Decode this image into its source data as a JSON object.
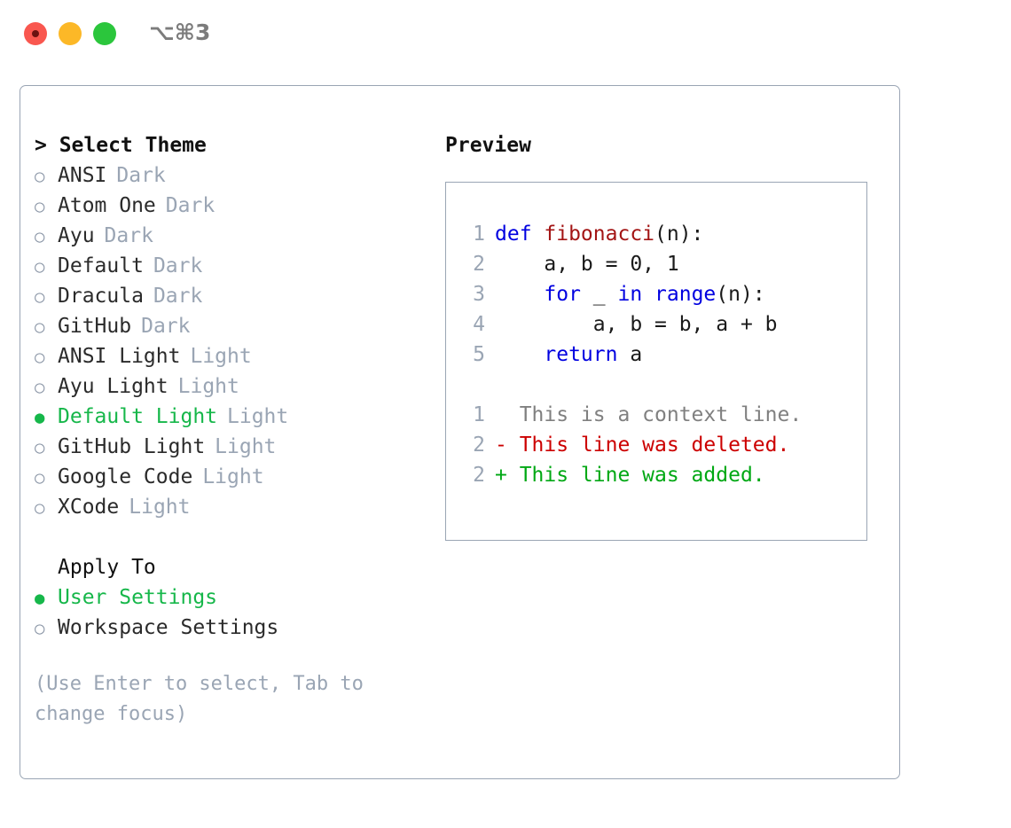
{
  "window": {
    "shortcut": "⌥⌘3",
    "traffic_lights": [
      {
        "name": "close",
        "color": "#f9574f"
      },
      {
        "name": "minimize",
        "color": "#fcb827"
      },
      {
        "name": "zoom",
        "color": "#2bc63c"
      }
    ]
  },
  "theme_picker": {
    "title": "> Select Theme",
    "selected_theme": "Default Light",
    "selected_color": "#16b74a",
    "marker_unselected": "○",
    "marker_selected": "●",
    "items": [
      {
        "label": "ANSI",
        "tag": "Dark",
        "selected": false
      },
      {
        "label": "Atom One",
        "tag": "Dark",
        "selected": false
      },
      {
        "label": "Ayu",
        "tag": "Dark",
        "selected": false
      },
      {
        "label": "Default",
        "tag": "Dark",
        "selected": false
      },
      {
        "label": "Dracula",
        "tag": "Dark",
        "selected": false
      },
      {
        "label": "GitHub",
        "tag": "Dark",
        "selected": false
      },
      {
        "label": "ANSI Light",
        "tag": "Light",
        "selected": false
      },
      {
        "label": "Ayu Light",
        "tag": "Light",
        "selected": false
      },
      {
        "label": "Default Light",
        "tag": "Light",
        "selected": true
      },
      {
        "label": "GitHub Light",
        "tag": "Light",
        "selected": false
      },
      {
        "label": "Google Code",
        "tag": "Light",
        "selected": false
      },
      {
        "label": "XCode",
        "tag": "Light",
        "selected": false
      }
    ]
  },
  "apply_to": {
    "title": "Apply To",
    "selected_option": "User Settings",
    "options": [
      {
        "label": "User Settings",
        "selected": true
      },
      {
        "label": "Workspace Settings",
        "selected": false
      }
    ]
  },
  "hint": "(Use Enter to select, Tab to change focus)",
  "preview": {
    "title": "Preview",
    "code_lines": [
      {
        "num": "1",
        "tokens": [
          {
            "text": "def ",
            "kind": "kw"
          },
          {
            "text": "fibonacci",
            "kind": "fn"
          },
          {
            "text": "(n):",
            "kind": "txt"
          }
        ]
      },
      {
        "num": "2",
        "tokens": [
          {
            "text": "    a, b = 0, 1",
            "kind": "txt"
          }
        ]
      },
      {
        "num": "3",
        "tokens": [
          {
            "text": "    ",
            "kind": "txt"
          },
          {
            "text": "for",
            "kind": "kw"
          },
          {
            "text": " _ ",
            "kind": "txt"
          },
          {
            "text": "in",
            "kind": "kw"
          },
          {
            "text": " ",
            "kind": "txt"
          },
          {
            "text": "range",
            "kind": "kw"
          },
          {
            "text": "(n):",
            "kind": "txt"
          }
        ]
      },
      {
        "num": "4",
        "tokens": [
          {
            "text": "        a, b = b, a + b",
            "kind": "txt"
          }
        ]
      },
      {
        "num": "5",
        "tokens": [
          {
            "text": "    ",
            "kind": "txt"
          },
          {
            "text": "return",
            "kind": "kw"
          },
          {
            "text": " a",
            "kind": "txt"
          }
        ]
      }
    ],
    "diff_lines": [
      {
        "num": "1",
        "tokens": [
          {
            "text": "  This is a context line.",
            "kind": "ctx"
          }
        ]
      },
      {
        "num": "2",
        "tokens": [
          {
            "text": "- This line was deleted.",
            "kind": "del"
          }
        ]
      },
      {
        "num": "2",
        "tokens": [
          {
            "text": "+ This line was added.",
            "kind": "add"
          }
        ]
      }
    ]
  }
}
